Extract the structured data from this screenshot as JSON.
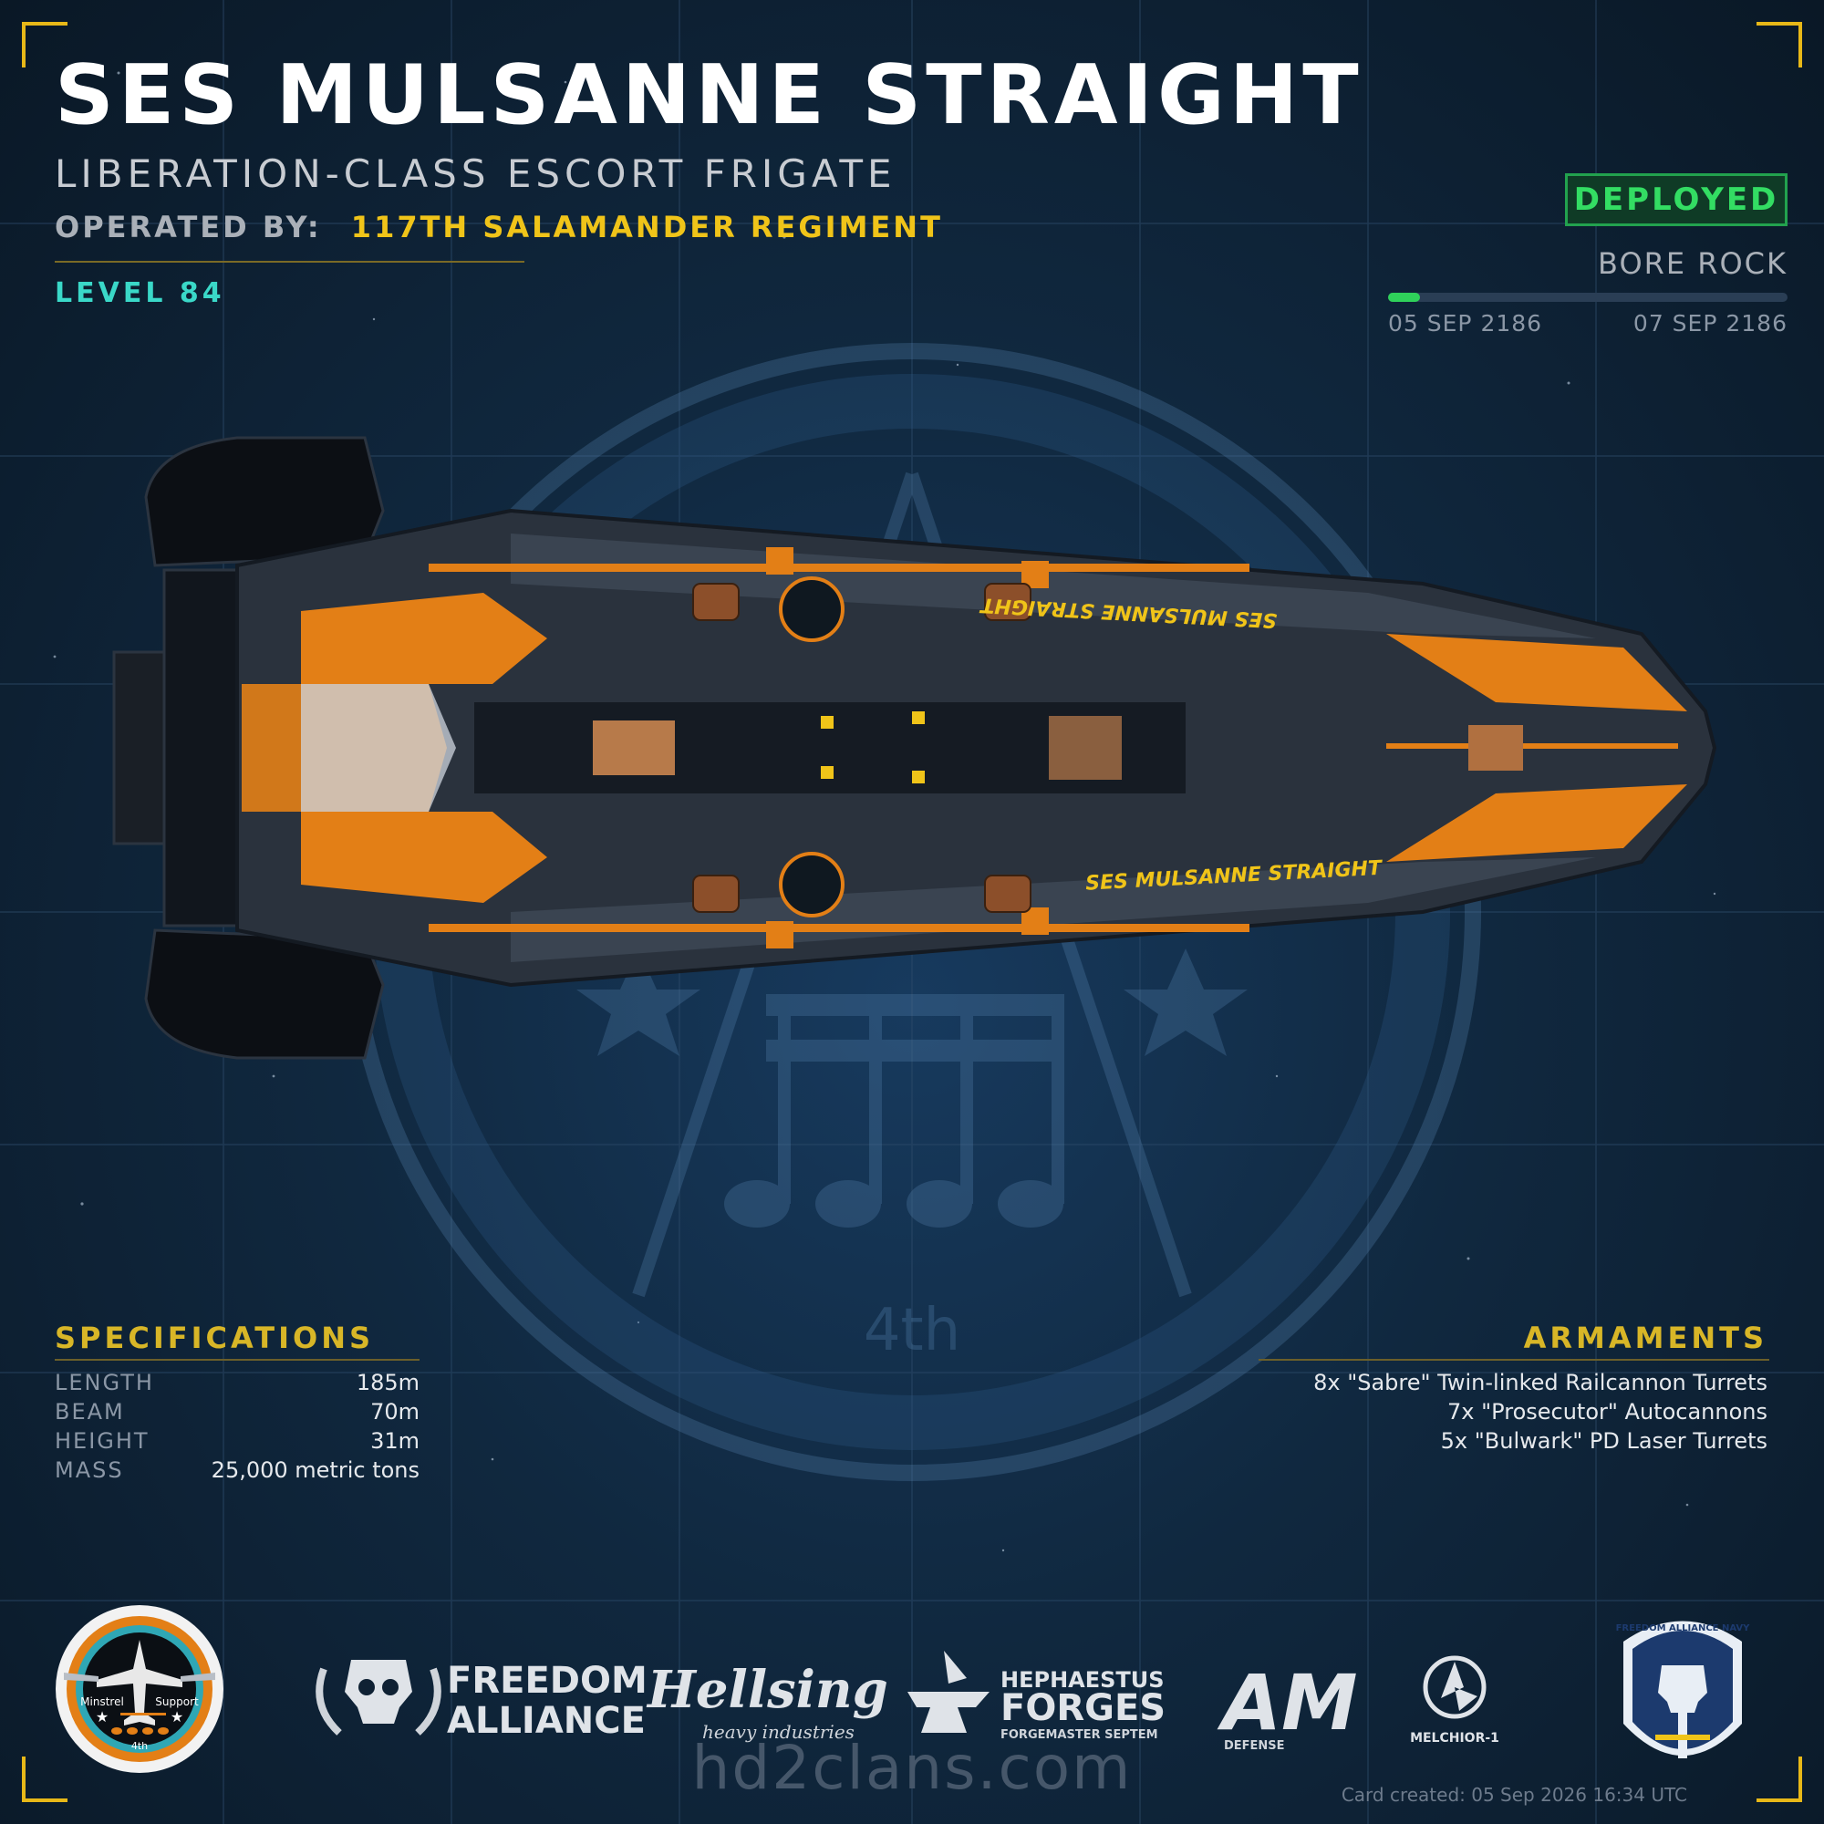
{
  "ship": {
    "name": "SES MULSANNE STRAIGHT",
    "class": "LIBERATION-CLASS ESCORT FRIGATE",
    "operated_by_label": "OPERATED BY:",
    "operator": "117TH SALAMANDER REGIMENT",
    "level": "LEVEL 84",
    "hull_name_marking": "SES MULSANNE STRAIGHT"
  },
  "status": {
    "badge": "DEPLOYED",
    "planet": "BORE ROCK",
    "start_date": "05 SEP 2186",
    "end_date": "07 SEP 2186",
    "progress_percent": 8
  },
  "specifications": {
    "title": "SPECIFICATIONS",
    "rows": [
      {
        "key": "LENGTH",
        "value": "185m"
      },
      {
        "key": "BEAM",
        "value": "70m"
      },
      {
        "key": "HEIGHT",
        "value": "31m"
      },
      {
        "key": "MASS",
        "value": "25,000 metric tons"
      }
    ]
  },
  "armaments": {
    "title": "ARMAMENTS",
    "items": [
      "8x \"Sabre\" Twin-linked Railcannon Turrets",
      "7x \"Prosecutor\" Autocannons",
      "5x \"Bulwark\" PD Laser Turrets"
    ]
  },
  "emblem": {
    "watermark_text": "4th",
    "badge_left": "Minstrel",
    "badge_right": "Support",
    "badge_bottom": "4th"
  },
  "logos": {
    "freedom_alliance_1": "FREEDOM",
    "freedom_alliance_2": "ALLIANCE",
    "hellsing_1": "Hellsing",
    "hellsing_2": "heavy industries",
    "hephaestus_1": "HEPHAESTUS",
    "hephaestus_2": "FORGES",
    "hephaestus_3": "FORGEMASTER SEPTEM",
    "am_1": "AM",
    "am_2": "DEFENSE",
    "melchior": "MELCHIOR-1",
    "navy_ring": "FREEDOM ALLIANCE NAVY"
  },
  "footer": {
    "site": "hd2clans.com",
    "created": "Card created: 05 Sep 2026 16:34 UTC"
  },
  "colors": {
    "accent_gold": "#f0c419",
    "deployed_green": "#33dd63",
    "level_teal": "#3ad8c8",
    "hull_orange": "#e37f16"
  },
  "icons": [
    "skull-icon",
    "anvil-icon",
    "melchior-icon",
    "navy-shield-icon",
    "airplane-icon",
    "star-icon"
  ]
}
